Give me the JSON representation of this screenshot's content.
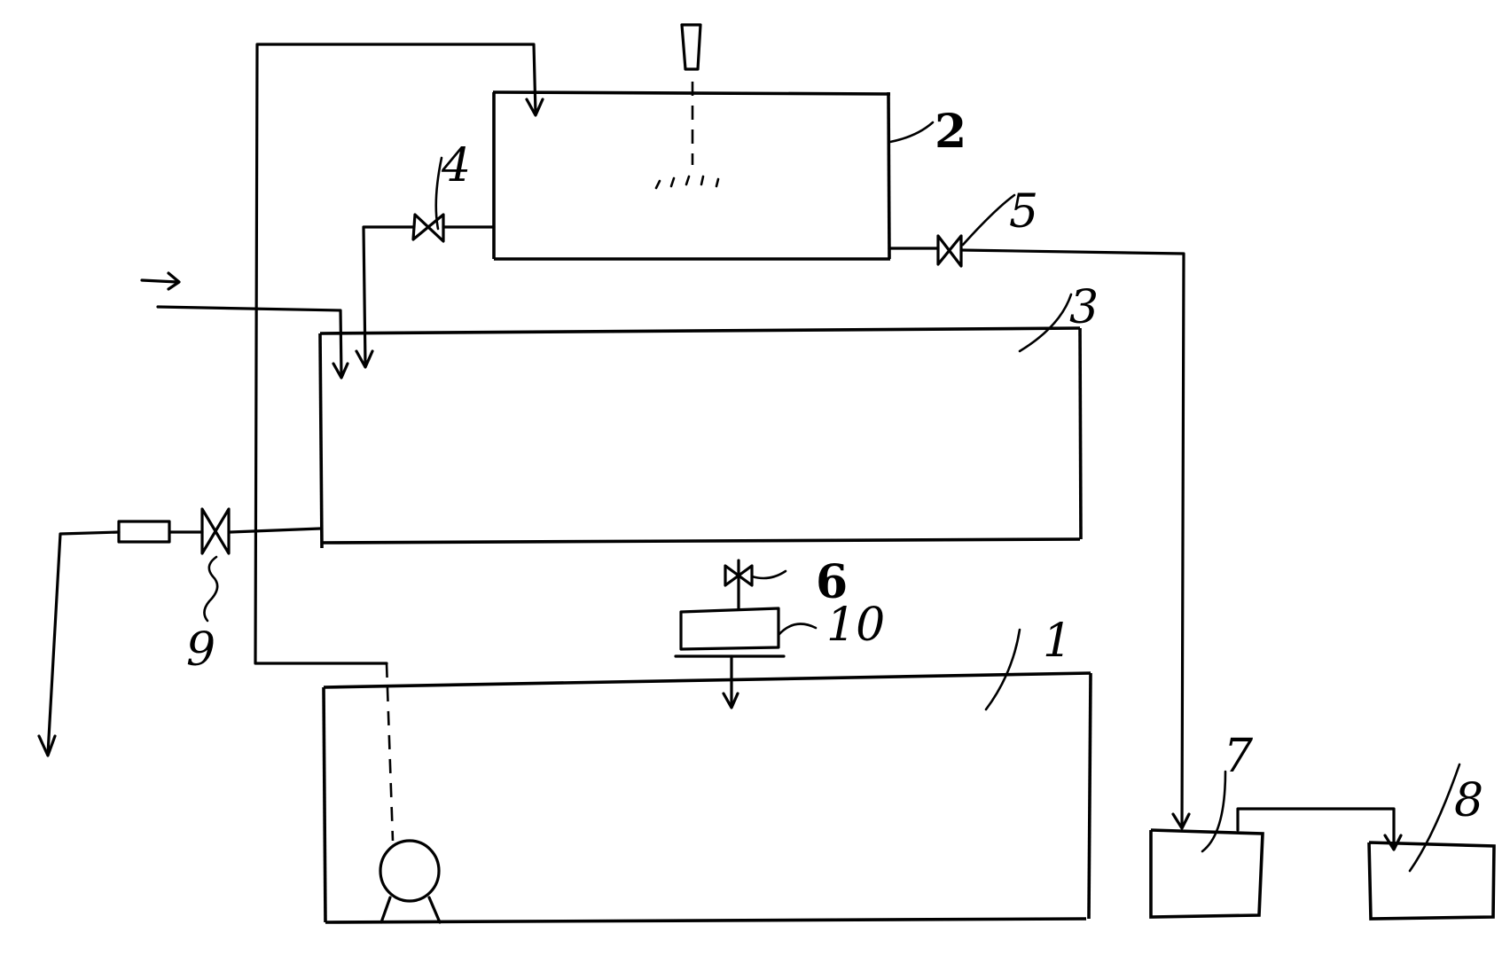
{
  "diagram": {
    "labels": {
      "tank_1": "1",
      "tank_2": "2",
      "tank_3": "3",
      "valve_4": "4",
      "valve_5": "5",
      "valve_6": "6",
      "container_7": "7",
      "container_8": "8",
      "valve_9": "9",
      "filter_10": "10"
    }
  }
}
